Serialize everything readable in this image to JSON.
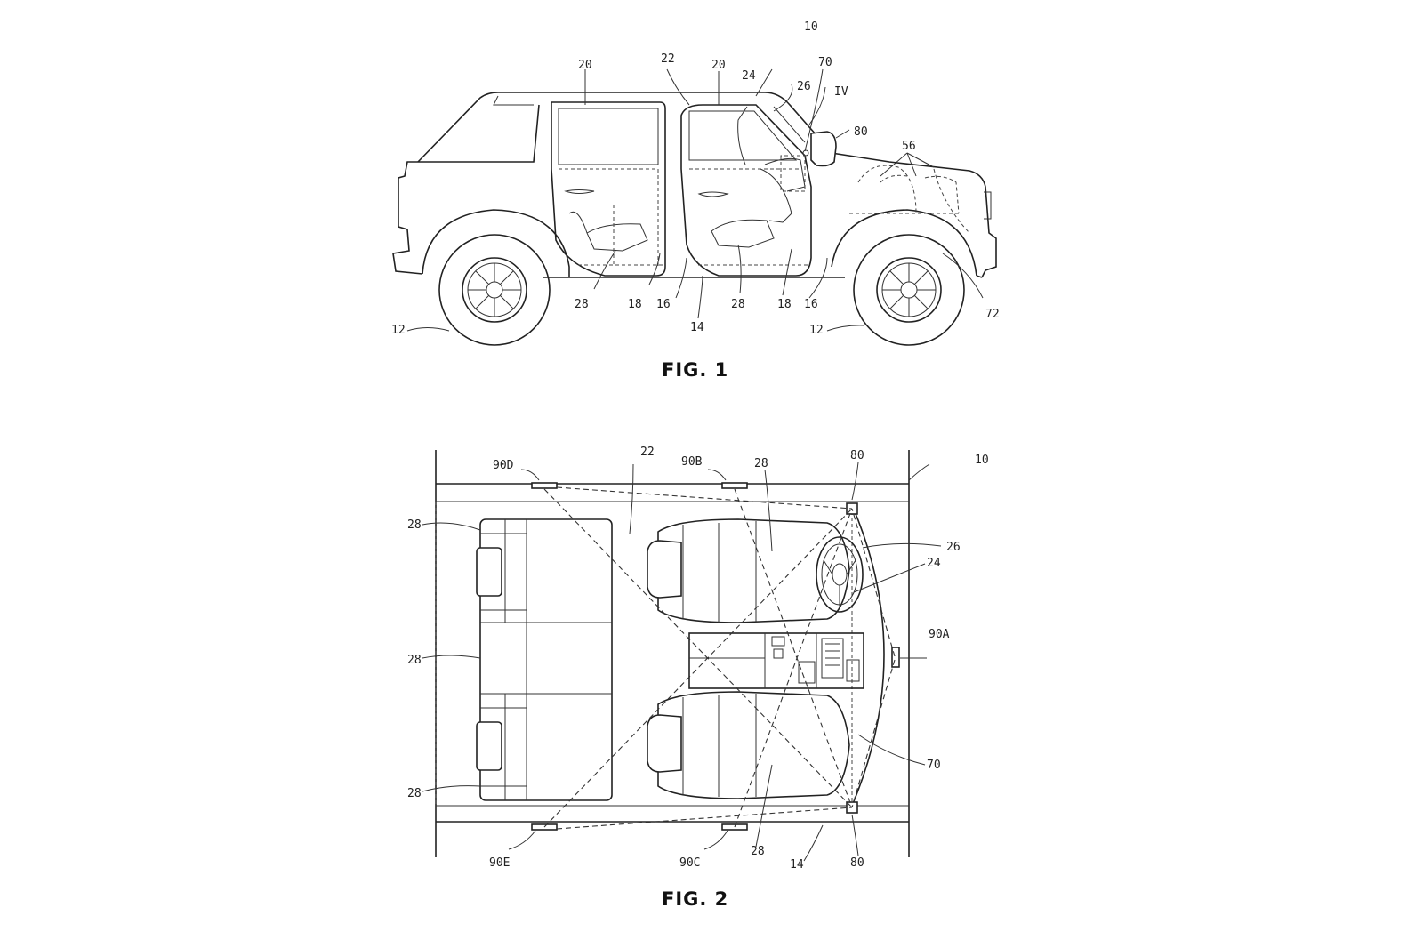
{
  "figures": {
    "fig1": {
      "caption": "FIG. 1",
      "labels": {
        "vehicle": "10",
        "wheel_rear": "12",
        "wheel_front": "12",
        "body": "14",
        "door_rear": "16",
        "door_front": "16",
        "sill_rear": "18",
        "sill_front": "18",
        "window_rear": "20",
        "window_front": "20",
        "cabin": "22",
        "dash": "24",
        "wheel_steer": "26",
        "seat_rear": "28",
        "seat_front": "28",
        "pillar": "70",
        "detail": "IV",
        "sensor": "80",
        "lamps": "56",
        "fender": "72"
      }
    },
    "fig2": {
      "caption": "FIG. 2",
      "labels": {
        "vehicle": "10",
        "cabin": "22",
        "steering": "26",
        "dash": "24",
        "seat_rear_top": "28",
        "seat_rear_mid": "28",
        "seat_rear_bottom": "28",
        "seat_front_top": "28",
        "seat_front_bottom": "28",
        "sensor_top": "80",
        "sensor_bottom": "80",
        "cam_a": "90A",
        "cam_b": "90B",
        "cam_c": "90C",
        "cam_d": "90D",
        "cam_e": "90E",
        "pillar": "70",
        "body": "14"
      }
    }
  }
}
